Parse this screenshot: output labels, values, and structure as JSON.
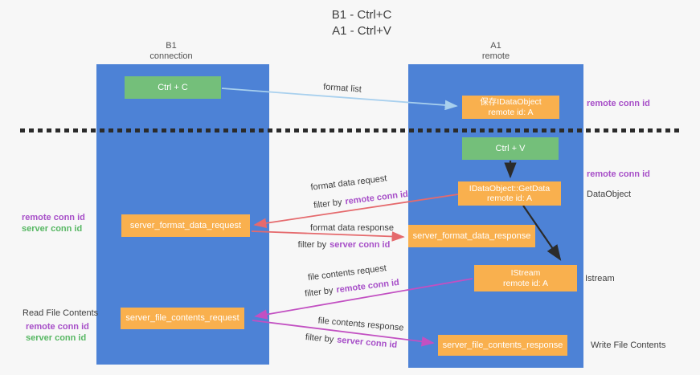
{
  "title": {
    "line1": "B1 - Ctrl+C",
    "line2": "A1 - Ctrl+V"
  },
  "lanes": {
    "b1": {
      "name": "B1",
      "subtitle": "connection"
    },
    "a1": {
      "name": "A1",
      "subtitle": "remote"
    }
  },
  "boxes": {
    "ctrl_c": {
      "label": "Ctrl + C"
    },
    "save_idataobject": {
      "line1": "保存IDataObject",
      "line2": "remote id: A"
    },
    "ctrl_v": {
      "label": "Ctrl + V"
    },
    "getdata": {
      "line1": "IDataObject::GetData",
      "line2": "remote id: A"
    },
    "format_request": {
      "label": "server_format_data_request"
    },
    "format_response": {
      "label": "server_format_data_response"
    },
    "istream": {
      "line1": "IStream",
      "line2": "remote id: A"
    },
    "file_request": {
      "label": "server_file_contents_request"
    },
    "file_response": {
      "label": "server_file_contents_response"
    }
  },
  "flow_labels": {
    "format_list": "format list",
    "format_data_request": "format data request",
    "format_data_request_filter": {
      "prefix": "filter by",
      "highlight": "remote conn id"
    },
    "format_data_response": "format data response",
    "format_data_response_filter": {
      "prefix": "filter by",
      "highlight": "server conn id"
    },
    "file_contents_request": "file contents request",
    "file_contents_request_filter": {
      "prefix": "filter by",
      "highlight": "remote conn id"
    },
    "file_contents_response": "file contents response",
    "file_contents_response_filter": {
      "prefix": "filter by",
      "highlight": "server conn id"
    }
  },
  "side_labels": {
    "right_remote_conn_id_top": "remote conn id",
    "right_remote_conn_id_mid": "remote conn id",
    "right_dataobject": "DataObject",
    "right_istream": "Istream",
    "right_write_file": "Write File Contents",
    "left_remote_conn_id": "remote conn id",
    "left_server_conn_id": "server conn id",
    "left_read_file": "Read File Contents",
    "left_remote_conn_id_2": "remote conn id",
    "left_server_conn_id_2": "server conn id"
  },
  "colors": {
    "lane_blue": "#4d82d6",
    "box_green": "#74bf7a",
    "box_orange": "#f9b04e",
    "purple": "#a74fc8",
    "green_text": "#57b763",
    "red_arrow": "#e56a6d",
    "magenta_arrow": "#c250c2",
    "blue_arrow": "#a8d0ee",
    "black": "#2b2b2b"
  }
}
